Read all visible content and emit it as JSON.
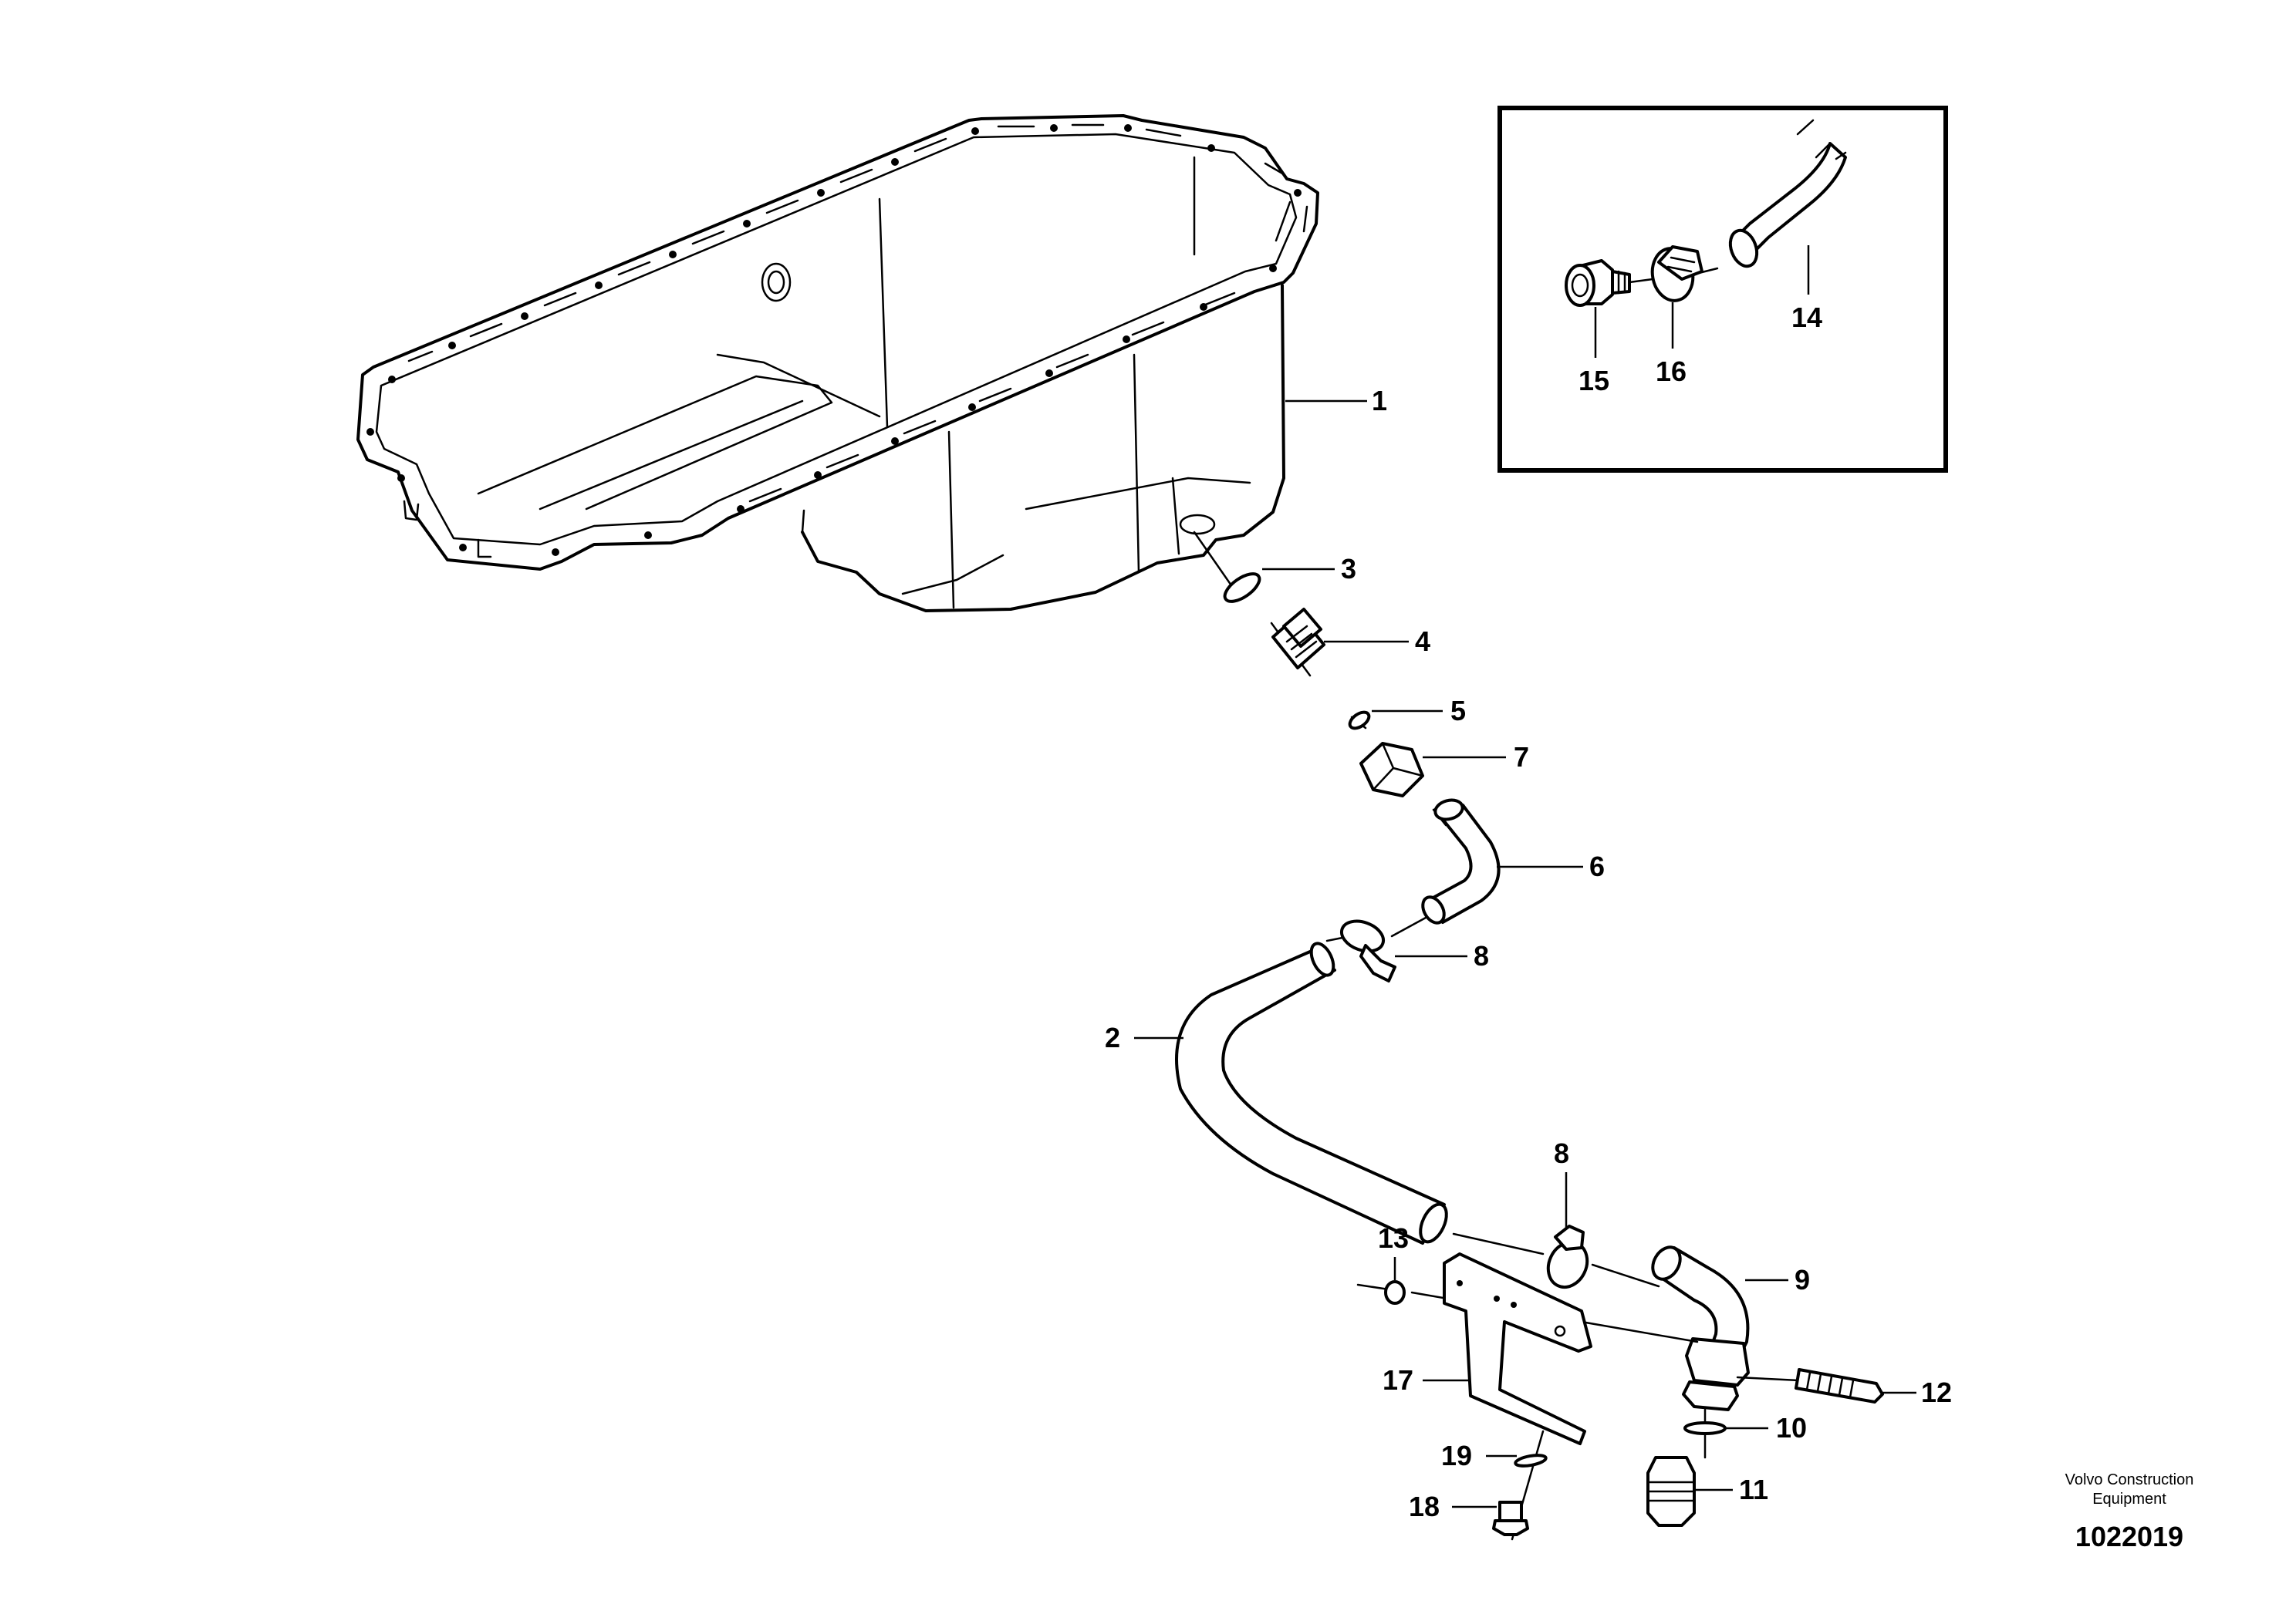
{
  "callouts": {
    "c1": "1",
    "c2": "2",
    "c3": "3",
    "c4": "4",
    "c5": "5",
    "c6": "6",
    "c7": "7",
    "c8a": "8",
    "c8b": "8",
    "c9": "9",
    "c10": "10",
    "c11": "11",
    "c12": "12",
    "c13": "13",
    "c14": "14",
    "c15": "15",
    "c16": "16",
    "c17": "17",
    "c18": "18",
    "c19": "19"
  },
  "brand": {
    "line1": "Volvo Construction",
    "line2": "Equipment",
    "reference": "1022019"
  }
}
